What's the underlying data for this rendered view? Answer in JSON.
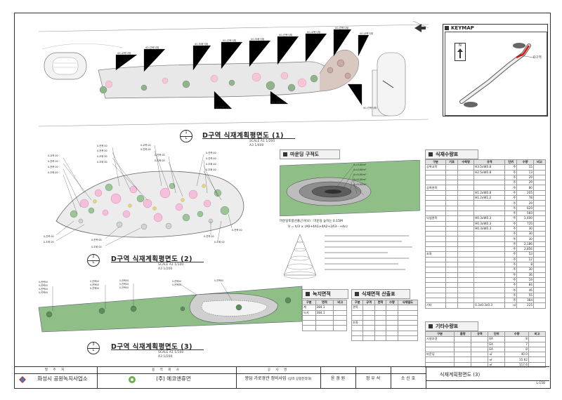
{
  "plans": {
    "plan1": {
      "number": "1",
      "title": "D구역 식재계획평면도 (1)",
      "scale1": "SCALE A1 1/200",
      "scale2": "A3 1/400"
    },
    "plan2": {
      "number": "2",
      "title": "D구역 식재계획평면도 (2)",
      "scale1": "SCALE A1 1/100",
      "scale2": "A3 1/200"
    },
    "plan3": {
      "number": "3",
      "title": "D구역 식재계획평면도 (3)",
      "scale1": "SCALE A1 1/100",
      "scale2": "A3 1/200"
    }
  },
  "keymap": {
    "title": "KEYMAP",
    "north": "N",
    "zone_label": "D구역"
  },
  "sections": {
    "mound": "마운딩 구적도",
    "mound_formula_title": "마운딩토량산출근거(V) : 마운딩 높이는 0.15M",
    "mound_formula": "V = h/3 × (A0+4A1+4A2+2A3···+An)",
    "green_area": "녹지면적",
    "planting_area": "식재면적 산출표",
    "planting_qty": "식재수량표",
    "other_qty": "기타수량표"
  },
  "mound_labels": [
    "A=0.00m²",
    "A=0.00m²",
    "A=0.00m²",
    "A=0.00m²",
    "A=0.00m²"
  ],
  "green_table": {
    "header": [
      "구분",
      "면적",
      "비고"
    ],
    "rows": [
      [
        "계",
        "384.1",
        ""
      ],
      [
        "녹지",
        "384.1",
        ""
      ],
      [
        "",
        "",
        ""
      ],
      [
        "",
        "",
        ""
      ],
      [
        "",
        "",
        ""
      ]
    ]
  },
  "planting_area_table": {
    "header": [
      "구분",
      "규격",
      "면적",
      "수량",
      "식재밀도"
    ],
    "rows": [
      [
        "관목",
        "",
        "",
        "",
        ""
      ],
      [
        "",
        "",
        "",
        "",
        ""
      ],
      [
        "",
        "",
        "",
        "",
        ""
      ],
      [
        "초화",
        "",
        "",
        "",
        ""
      ],
      [
        "",
        "",
        "",
        "",
        ""
      ],
      [
        "",
        "",
        "",
        "",
        ""
      ],
      [
        "",
        "",
        "",
        "",
        ""
      ]
    ]
  },
  "planting_qty_table": {
    "header": [
      "구분",
      "기호",
      "수목명",
      "규격",
      "단위",
      "수량",
      "비고"
    ],
    "rows": [
      [
        "상록교목",
        "",
        "",
        "H3.5xW0.8",
        "주",
        "15",
        ""
      ],
      [
        "",
        "",
        "",
        "H2.5xW0.8",
        "주",
        "13",
        ""
      ],
      [
        "",
        "",
        "",
        "",
        "주",
        "29",
        ""
      ],
      [
        "",
        "",
        "",
        "",
        "주",
        "29",
        ""
      ],
      [
        "상록관목",
        "",
        "",
        "",
        "주",
        "80",
        ""
      ],
      [
        "",
        "",
        "",
        "H1.2xW0.8",
        "주",
        "205",
        ""
      ],
      [
        "",
        "",
        "",
        "H1.2xW1.2",
        "주",
        "78",
        ""
      ],
      [
        "",
        "",
        "",
        "",
        "주",
        "29",
        ""
      ],
      [
        "",
        "",
        "",
        "",
        "주",
        "620",
        ""
      ],
      [
        "",
        "",
        "",
        "",
        "주",
        "560",
        ""
      ],
      [
        "낙엽관목",
        "",
        "",
        "H0.3xW0.3",
        "주",
        "1,400",
        ""
      ],
      [
        "",
        "",
        "",
        "H0.3xW0.3",
        "주",
        "720",
        ""
      ],
      [
        "",
        "",
        "",
        "H0.3xW0.3",
        "주",
        "30",
        ""
      ],
      [
        "",
        "",
        "",
        "",
        "주",
        "30",
        ""
      ],
      [
        "",
        "",
        "",
        "",
        "주",
        "30",
        ""
      ],
      [
        "",
        "",
        "",
        "",
        "주",
        "2,186",
        ""
      ],
      [
        "",
        "",
        "",
        "",
        "주",
        "2,856",
        ""
      ],
      [
        "초화",
        "",
        "",
        "",
        "주",
        "53",
        ""
      ],
      [
        "",
        "",
        "",
        "",
        "주",
        "12",
        ""
      ],
      [
        "",
        "",
        "",
        "",
        "주",
        "8",
        ""
      ],
      [
        "",
        "",
        "",
        "",
        "주",
        "30",
        ""
      ],
      [
        "",
        "",
        "",
        "",
        "주",
        "36",
        ""
      ],
      [
        "",
        "",
        "",
        "",
        "주",
        "19",
        ""
      ],
      [
        "",
        "",
        "",
        "",
        "주",
        "84",
        ""
      ],
      [
        "",
        "",
        "",
        "",
        "주",
        "46",
        ""
      ],
      [
        "",
        "",
        "",
        "",
        "주",
        "55",
        ""
      ],
      [
        "",
        "",
        "",
        "",
        "주",
        "384",
        ""
      ],
      [
        "기타",
        "",
        "",
        "0.3x0.3x0.3",
        "㎥",
        "225",
        ""
      ]
    ]
  },
  "other_qty_table": {
    "header": [
      "구분",
      "품명",
      "규격",
      "단위",
      "수량",
      "비고"
    ],
    "rows": [
      [
        "시설조경",
        "",
        "",
        "EA",
        "8",
        ""
      ],
      [
        "",
        "",
        "",
        "EA",
        "7",
        ""
      ],
      [
        "",
        "",
        "",
        "EA",
        "8",
        ""
      ],
      [
        "마운딩",
        "",
        "",
        "㎥",
        "40.0",
        ""
      ],
      [
        "",
        "",
        "",
        "㎥",
        "15.62",
        ""
      ],
      [
        "",
        "",
        "",
        "㎥",
        "117.6",
        ""
      ]
    ]
  },
  "title_block": {
    "owner_label": "발 주 처",
    "owner": "화성시 공원녹지사업소",
    "design_label": "용 역 회 사",
    "design": "(주) 에코앤휴먼",
    "project_label": "공 사 명",
    "project": "봉담 가로경관 정비사업",
    "project_sub": "(상리 공항분리대)",
    "reviewers": [
      "윤 경 원",
      "정 우 석",
      "소 신 호"
    ],
    "drawing_name": "식재계획평면도 (3)",
    "sheet_no": "L-150"
  }
}
